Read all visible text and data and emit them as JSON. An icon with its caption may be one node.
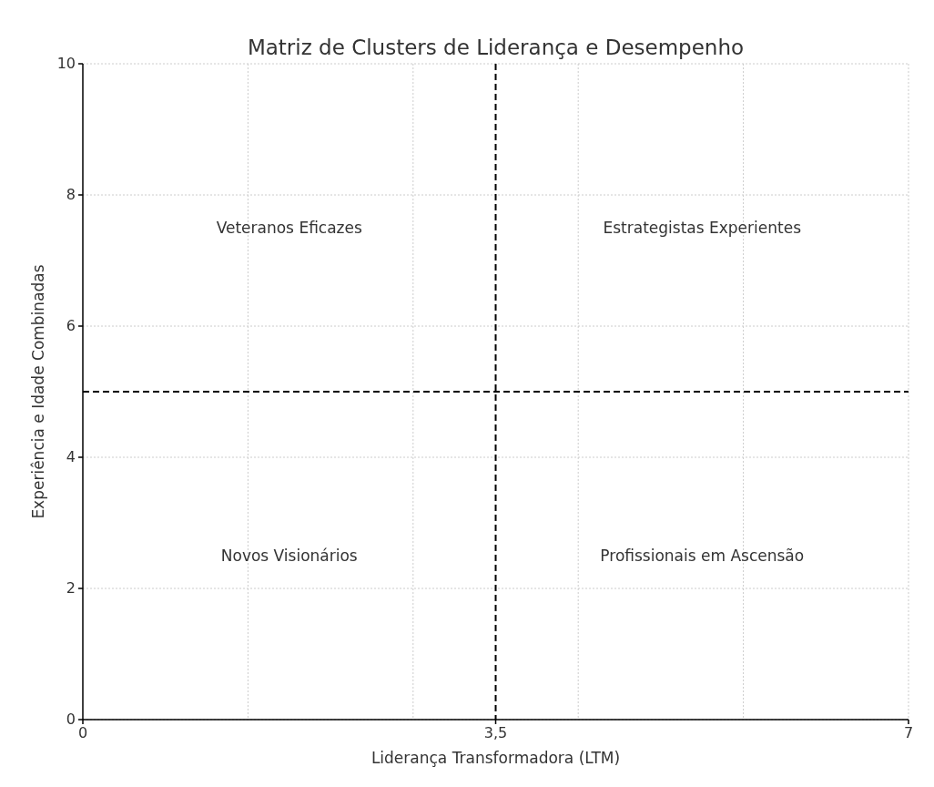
{
  "diagram": {
    "title": "Matriz de Clusters de Liderança e Desempenho",
    "chart_data": {
      "type": "scatter",
      "xlabel": "Liderança Transformadora (LTM)",
      "ylabel": "Experiência e Idade Combinadas",
      "xlim": [
        0,
        7
      ],
      "ylim": [
        0,
        10
      ],
      "xticks": [
        0,
        {
          "value": 3.5,
          "label": "3,5"
        },
        7
      ],
      "yticks": [
        0,
        2,
        4,
        6,
        8,
        10
      ],
      "grid": true,
      "ref_lines": [
        {
          "axis": "x",
          "value": 3.5,
          "color": "#000000"
        },
        {
          "axis": "y",
          "value": 5,
          "color": "#000000"
        }
      ],
      "annotations": [
        "Veteranos Eficazes",
        "Estrategistas Experientes",
        "Novos Visionários",
        "Profissionais em Ascensão"
      ]
    }
  }
}
